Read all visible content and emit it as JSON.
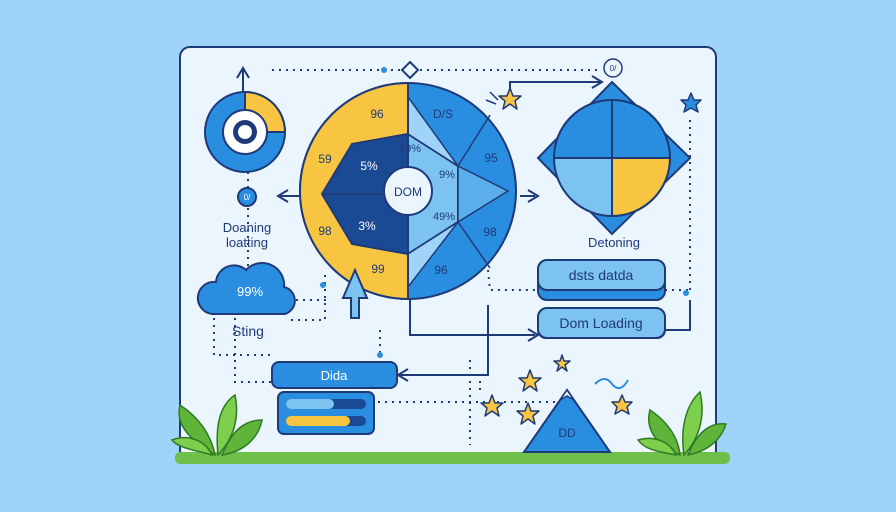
{
  "colors": {
    "background": "#9fd3f7",
    "panel": "#eaf5fd",
    "outline": "#1f3a78",
    "blue": "#2a8ee0",
    "light_blue": "#7cc3f2",
    "dark_blue": "#1a4a94",
    "yellow": "#f7c542",
    "green": "#5fb53a"
  },
  "left_gauge": {
    "badge": "0/",
    "label_line1": "Doaning",
    "label_line2": "loatting"
  },
  "cloud": {
    "value": "99%",
    "label": "Sting"
  },
  "wheel": {
    "center_label": "DOM",
    "segments": [
      "96",
      "D/S",
      "59",
      "5%",
      "59%",
      "95",
      "9%",
      "3%",
      "49%",
      "98",
      "98",
      "99",
      "96"
    ]
  },
  "right_gauge": {
    "badge": "0/",
    "label": "Detoning"
  },
  "pills": {
    "data_pill": "dsts datda",
    "loading_pill": "Dom Loading",
    "bottom_pill": "Dida"
  },
  "triangle": {
    "label": "DD"
  },
  "icons": [
    "ring-gauge-icon",
    "cloud-icon",
    "star-icon",
    "arrow-up-icon",
    "plant-icon",
    "progress-bars-icon",
    "triangle-icon"
  ]
}
